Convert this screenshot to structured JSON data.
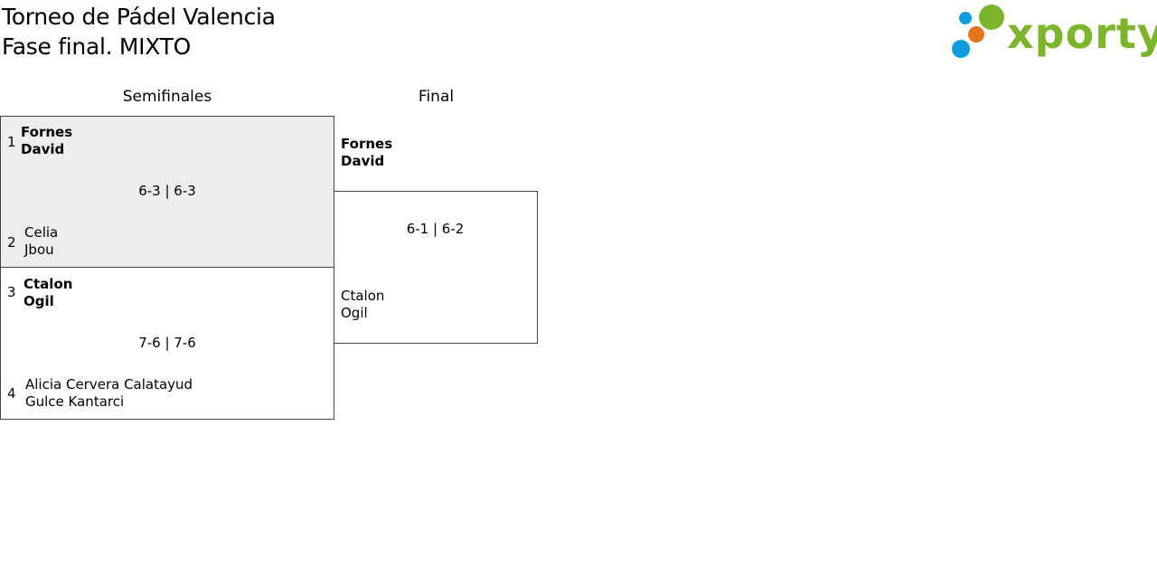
{
  "header": {
    "title_line1": "Torneo de Pádel Valencia",
    "title_line2": "Fase final. MIXTO"
  },
  "logo": {
    "text": "xporty",
    "colors": {
      "green": "#7cb52a",
      "blue": "#0e9ee0",
      "orange": "#e8711c"
    }
  },
  "rounds": {
    "semifinals": "Semifinales",
    "final": "Final"
  },
  "semifinals": [
    {
      "highlight_color": "#ededed",
      "score": "6-3 | 6-3",
      "team_a": {
        "seed": "1",
        "player1": "Fornes",
        "player2": "David",
        "winner": true
      },
      "team_b": {
        "seed": "2",
        "player1": "Celia",
        "player2": "Jbou",
        "winner": false
      }
    },
    {
      "score": "7-6 | 7-6",
      "team_a": {
        "seed": "3",
        "player1": "Ctalon",
        "player2": "Ogil",
        "winner": true
      },
      "team_b": {
        "seed": "4",
        "player1": "Alicia Cervera Calatayud",
        "player2": "Gulce Kantarci",
        "winner": false
      }
    }
  ],
  "final": {
    "score": "6-1 | 6-2",
    "team_a": {
      "player1": "Fornes",
      "player2": "David",
      "winner": true
    },
    "team_b": {
      "player1": "Ctalon",
      "player2": "Ogil",
      "winner": false
    }
  }
}
